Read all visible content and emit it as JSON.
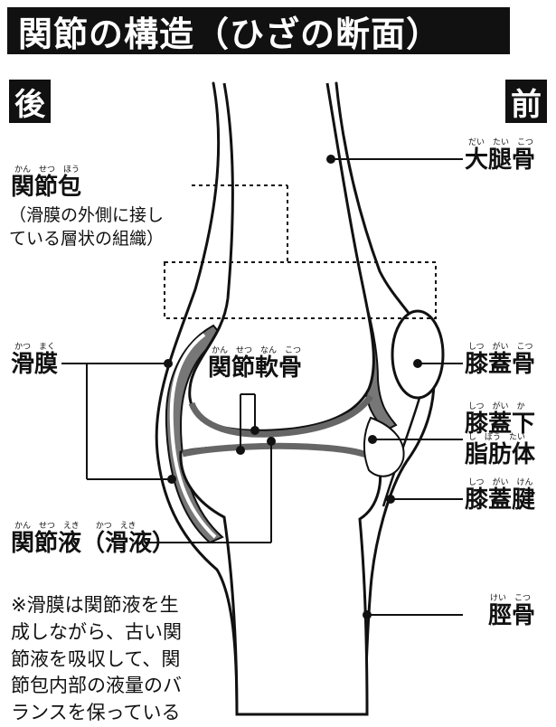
{
  "title": "関節の構造（ひざの断面）",
  "side_labels": {
    "back": "後",
    "front": "前"
  },
  "labels": {
    "capsule": {
      "text": "関節包",
      "ruby": "かん　せつ　ほう",
      "desc": [
        "（滑膜の外側に接し",
        "ている層状の組織）"
      ]
    },
    "synovium": {
      "text": "滑膜",
      "ruby": "かつ　まく"
    },
    "cartilage": {
      "text": "関節軟骨",
      "ruby": "かん　せつ　なん　こつ"
    },
    "fluid": {
      "text": "関節液（滑液）",
      "ruby": "かん　せつ　えき　　かつ　えき"
    },
    "femur": {
      "text": "大腿骨",
      "ruby": "だい　たい　こつ"
    },
    "patella": {
      "text": "膝蓋骨",
      "ruby": "しつ　がい　こつ"
    },
    "fat_pad": {
      "text": [
        "膝蓋下",
        "脂肪体"
      ],
      "ruby": [
        "しつ　がい　か",
        "し　ぼう　たい"
      ]
    },
    "tendon": {
      "text": "膝蓋腱",
      "ruby": "しつ　がい　けん"
    },
    "tibia": {
      "text": "脛骨",
      "ruby": "けい　こつ"
    }
  },
  "note": [
    "※滑膜は関節液を生",
    "成しながら、古い関",
    "節液を吸収して、関",
    "節包内部の液量のバ",
    "ランスを保っている"
  ]
}
